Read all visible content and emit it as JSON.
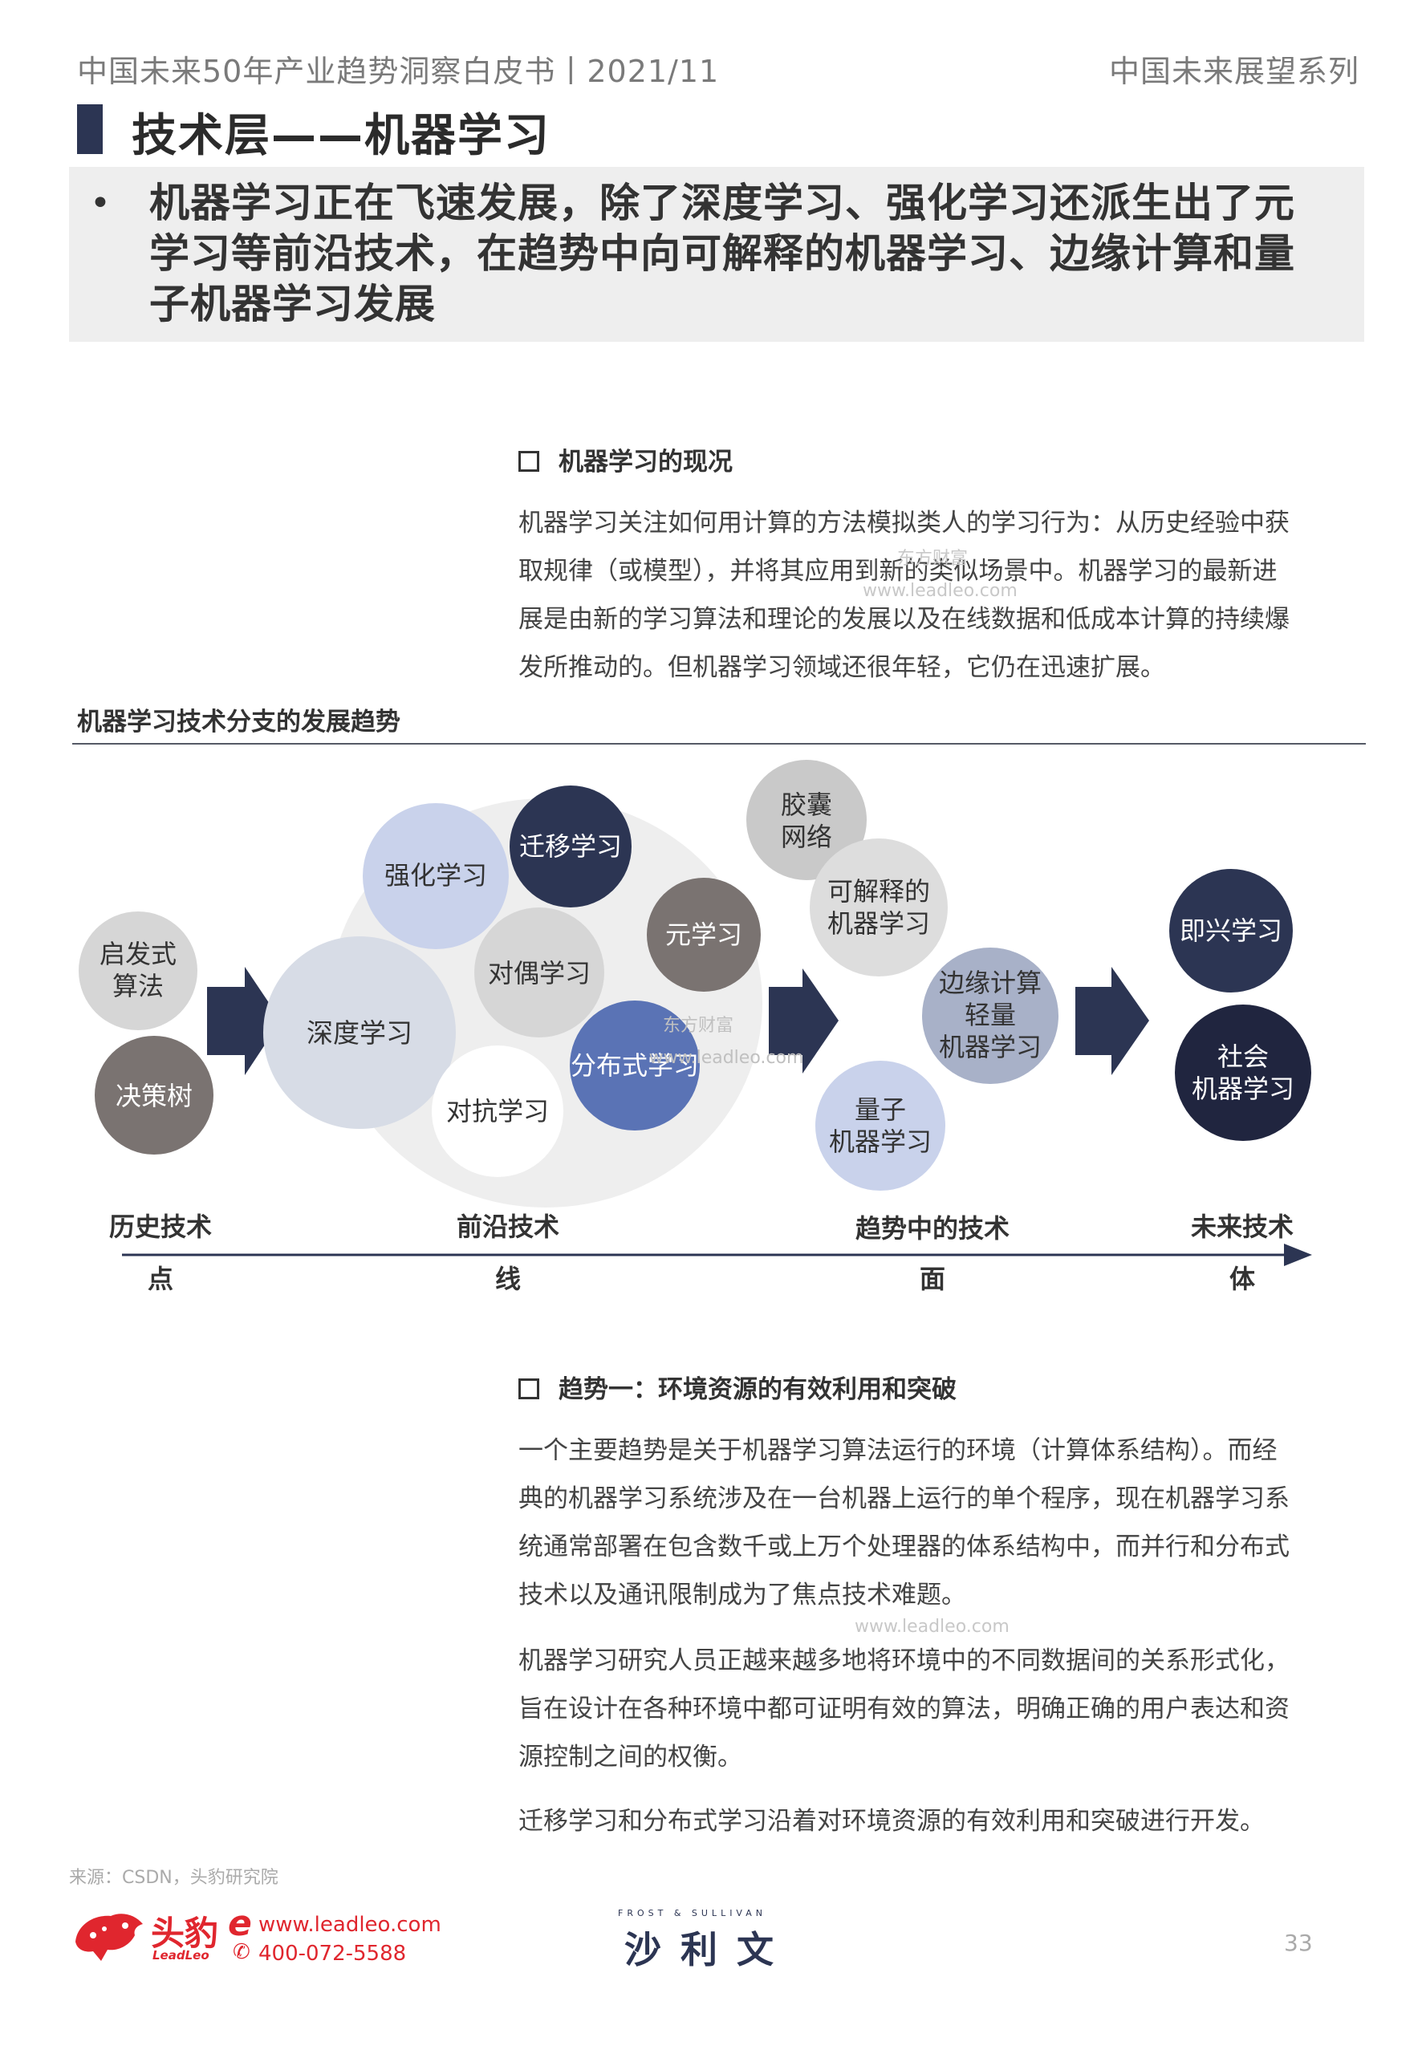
{
  "header": {
    "left": "中国未来50年产业趋势洞察白皮书丨2021/11",
    "right": "中国未来展望系列"
  },
  "section": {
    "title": "技术层——机器学习"
  },
  "callout": {
    "bullet": "•",
    "text": "机器学习正在飞速发展，除了深度学习、强化学习还派生出了元学习等前沿技术，在趋势中向可解释的机器学习、边缘计算和量子机器学习发展"
  },
  "status_block": {
    "heading": "机器学习的现况",
    "lines": [
      "机器学习关注如何用计算的方法模拟类人的学习行为：从历史经验中获",
      "取规律（或模型），并将其应用到新的类似场景中。机器学习的最新进",
      "展是由新的学习算法和理论的发展以及在线数据和低成本计算的持续爆",
      "发所推动的。但机器学习领域还很年轻，它仍在迅速扩展。"
    ]
  },
  "diagram": {
    "title": "机器学习技术分支的发展趋势",
    "bubbles": {
      "qifashi": [
        "启发式",
        "算法"
      ],
      "juecheshu": [
        "决策树"
      ],
      "shendu": [
        "深度学习"
      ],
      "qianghua": [
        "强化学习"
      ],
      "qianyi": [
        "迁移学习"
      ],
      "duiou": [
        "对偶学习"
      ],
      "yuanxuexi": [
        "元学习"
      ],
      "fenbushi": [
        "分布式学习"
      ],
      "duikang": [
        "对抗学习"
      ],
      "jiaonang": [
        "胶囊",
        "网络"
      ],
      "kejieshi": [
        "可解释的",
        "机器学习"
      ],
      "bianyuan": [
        "边缘计算",
        "轻量",
        "机器学习"
      ],
      "liangzi": [
        "量子",
        "机器学习"
      ],
      "jixing": [
        "即兴学习"
      ],
      "shehui": [
        "社会",
        "机器学习"
      ]
    },
    "timeline": {
      "stages": [
        "历史技术",
        "前沿技术",
        "趋势中的技术",
        "未来技术"
      ],
      "dims": [
        "点",
        "线",
        "面",
        "体"
      ]
    }
  },
  "trend_block": {
    "heading": "趋势一：环境资源的有效利用和突破",
    "para1": [
      "一个主要趋势是关于机器学习算法运行的环境（计算体系结构）。而经",
      "典的机器学习系统涉及在一台机器上运行的单个程序，现在机器学习系",
      "统通常部署在包含数千或上万个处理器的体系结构中，而并行和分布式",
      "技术以及通讯限制成为了焦点技术难题。"
    ],
    "para2": [
      "机器学习研究人员正越来越多地将环境中的不同数据间的关系形式化，",
      "旨在设计在各种环境中都可证明有效的算法，明确正确的用户表达和资",
      "源控制之间的权衡。"
    ],
    "para3": "迁移学习和分布式学习沿着对环境资源的有效利用和突破进行开发。"
  },
  "watermarks": {
    "w1a": "东方财富",
    "w1b": "www.leadleo.com",
    "w2a": "东方财富",
    "w2b": "www.leadleo.com",
    "w3": "www.leadleo.com"
  },
  "footer": {
    "source": "来源：CSDN，头豹研究院",
    "brand_cn": "头豹",
    "brand_en": "LeadLeo",
    "website": "www.leadleo.com",
    "phone": "400-072-5588",
    "partner_en": "FROST & SULLIVAN",
    "partner_cn": "沙利文",
    "page": "33"
  },
  "colors": {
    "navy": "#2c3553",
    "light_blue": "#c9d2eb",
    "mid_blue": "#5a73b5",
    "gray_light": "#d6d6d6",
    "gray_dark": "#7a7371"
  }
}
